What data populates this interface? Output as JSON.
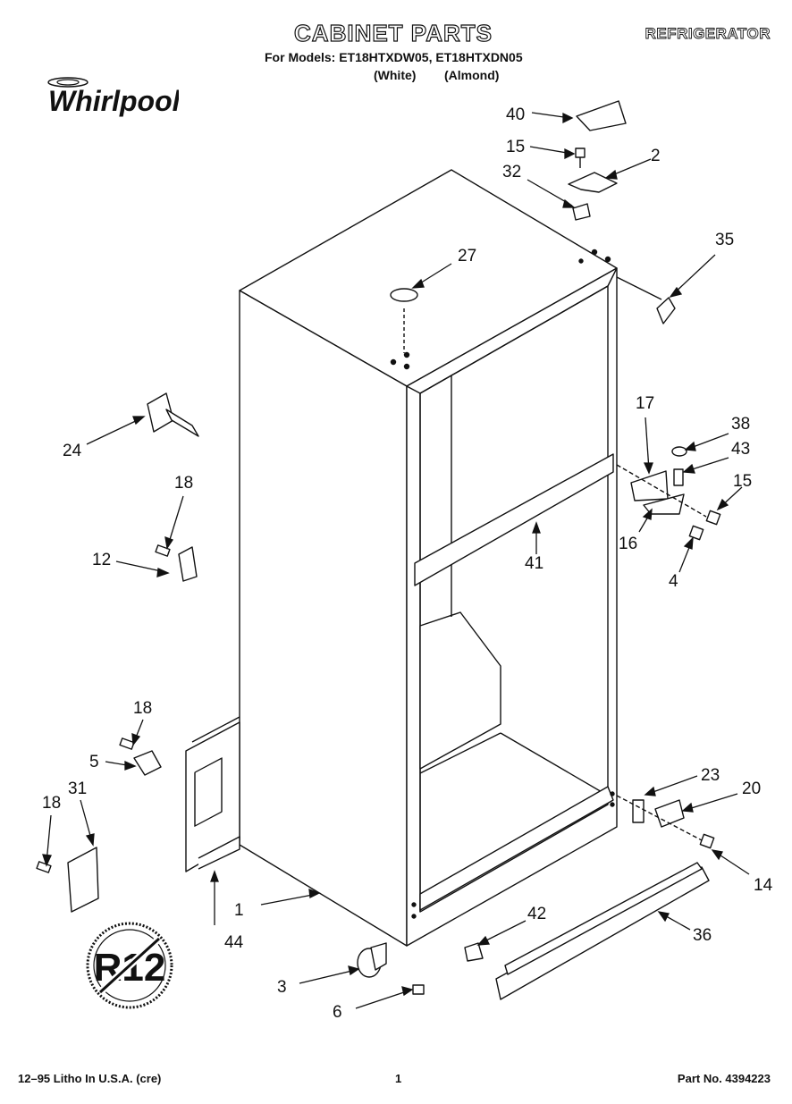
{
  "header": {
    "title": "CABINET PARTS",
    "models_line": "For Models: ET18HTXDW05, ET18HTXDN05",
    "colors_line_white": "(White)",
    "colors_line_almond": "(Almond)",
    "category": "REFRIGERATOR",
    "brand": "Whirlpool"
  },
  "callouts": {
    "c1": "1",
    "c2": "2",
    "c3": "3",
    "c4": "4",
    "c5": "5",
    "c6": "6",
    "c12": "12",
    "c14": "14",
    "c15a": "15",
    "c15b": "15",
    "c16": "16",
    "c17": "17",
    "c18a": "18",
    "c18b": "18",
    "c18c": "18",
    "c20": "20",
    "c23": "23",
    "c24": "24",
    "c27": "27",
    "c31": "31",
    "c32": "32",
    "c35": "35",
    "c36": "36",
    "c38": "38",
    "c40": "40",
    "c41": "41",
    "c42": "42",
    "c43": "43",
    "c44": "44"
  },
  "badge": {
    "text": "R12"
  },
  "footer": {
    "left": "12–95 Litho In U.S.A. (cre)",
    "center": "1",
    "right": "Part No. 4394223"
  }
}
